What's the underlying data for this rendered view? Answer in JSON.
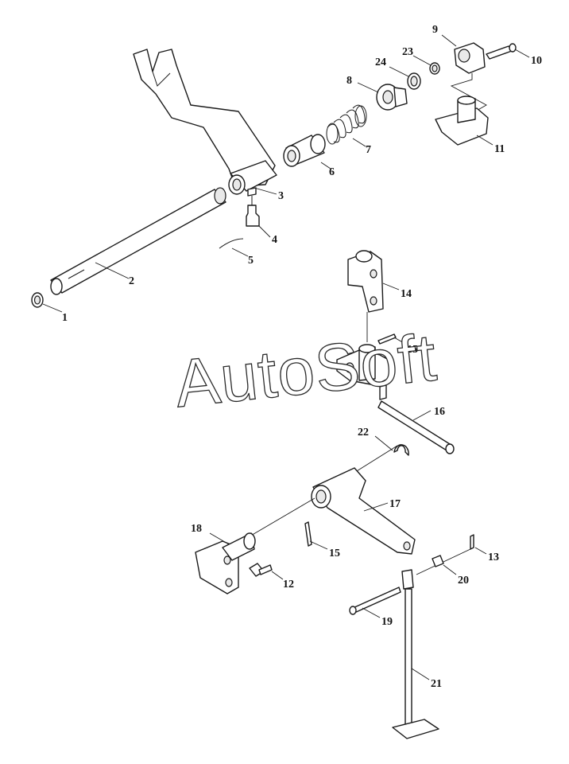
{
  "watermark": "AutoSoft",
  "callouts": [
    {
      "label": "1"
    },
    {
      "label": "2"
    },
    {
      "label": "3"
    },
    {
      "label": "4"
    },
    {
      "label": "5"
    },
    {
      "label": "6"
    },
    {
      "label": "7"
    },
    {
      "label": "8"
    },
    {
      "label": "9"
    },
    {
      "label": "10"
    },
    {
      "label": "11"
    },
    {
      "label": "12"
    },
    {
      "label": "13"
    },
    {
      "label": "14"
    },
    {
      "label": "15"
    },
    {
      "label": "15"
    },
    {
      "label": "16"
    },
    {
      "label": "17"
    },
    {
      "label": "18"
    },
    {
      "label": "19"
    },
    {
      "label": "20"
    },
    {
      "label": "21"
    },
    {
      "label": "22"
    },
    {
      "label": "23"
    },
    {
      "label": "24"
    }
  ]
}
